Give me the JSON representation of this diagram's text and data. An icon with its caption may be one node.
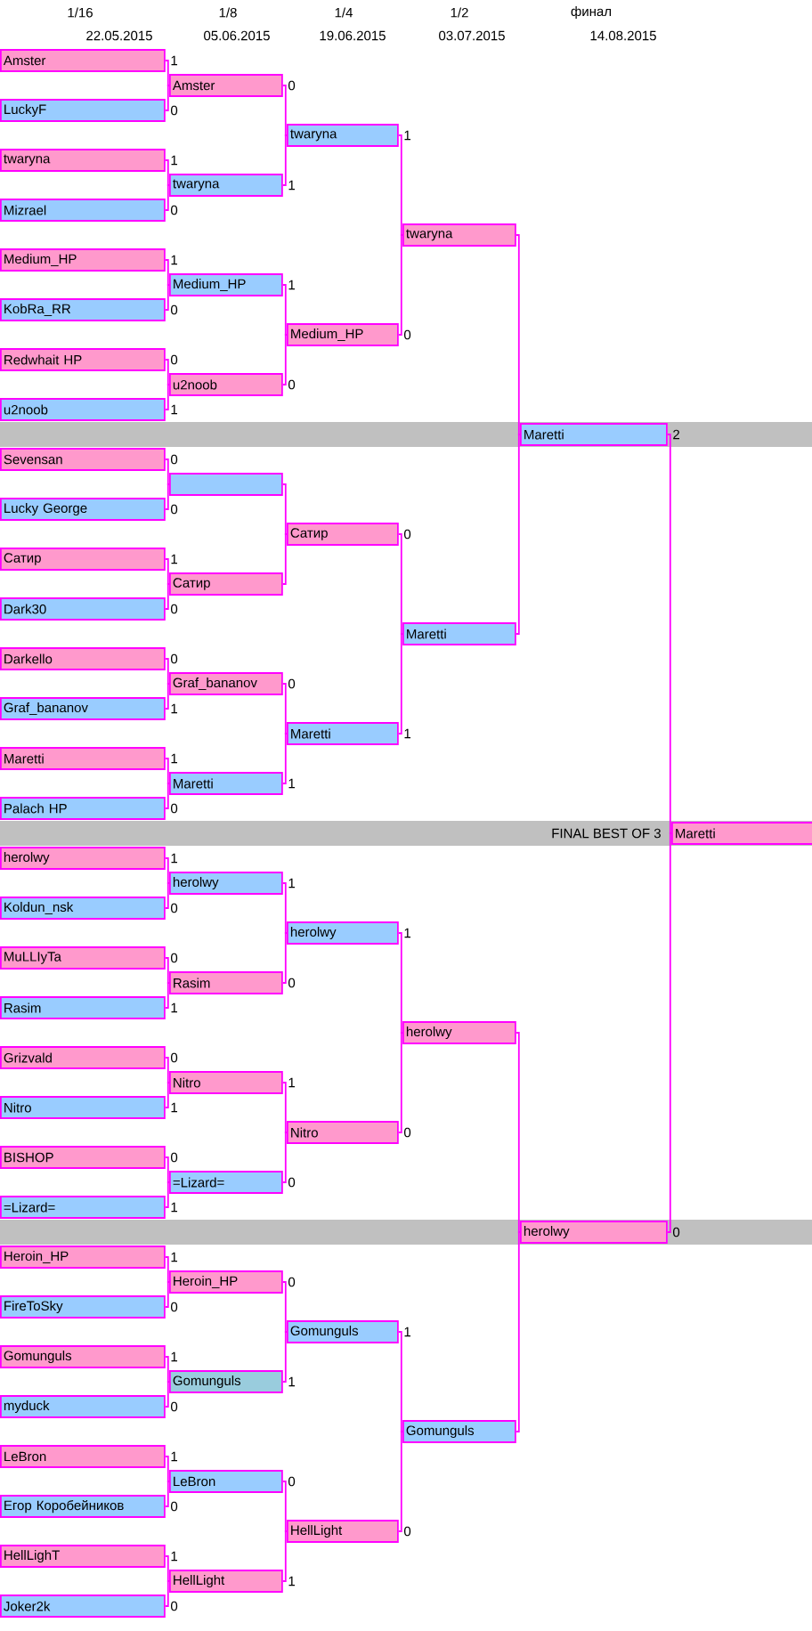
{
  "diagram": {
    "nodes": [
      {
        "text": [
          "Amster"
        ],
        "beside": [
          "1"
        ]
      },
      {
        "text": [
          "LuckyF"
        ],
        "beside": [
          "0"
        ]
      },
      {
        "text": [
          "twaryna"
        ],
        "beside": [
          "1"
        ]
      },
      {
        "text": [
          "Mizrael"
        ],
        "beside": [
          "0"
        ]
      },
      {
        "text": [
          "Medium_HP"
        ],
        "beside": [
          "1"
        ]
      },
      {
        "text": [
          "KobRa_RR"
        ],
        "beside": [
          "0"
        ]
      },
      {
        "text": [
          "Redwhait HP"
        ],
        "beside": [
          "0"
        ]
      },
      {
        "text": [
          "u2noob"
        ],
        "beside": [
          "1"
        ]
      },
      {
        "text": [
          "Sevensan"
        ],
        "beside": [
          "0"
        ]
      },
      {
        "text": [
          "Lucky George"
        ],
        "beside": [
          "0"
        ]
      },
      {
        "text": [
          "Сатир"
        ],
        "beside": [
          "1"
        ]
      },
      {
        "text": [
          "Dark30"
        ],
        "beside": [
          "0"
        ]
      },
      {
        "text": [
          "Darkello"
        ],
        "beside": [
          "0"
        ]
      },
      {
        "text": [
          "Graf_bananov"
        ],
        "beside": [
          "1"
        ]
      },
      {
        "text": [
          "Maretti"
        ],
        "beside": [
          "1"
        ]
      },
      {
        "text": [
          "Palach HP"
        ],
        "beside": [
          "0"
        ]
      },
      {
        "text": [
          "herolwy"
        ],
        "beside": [
          "1"
        ]
      },
      {
        "text": [
          "Koldun_nsk"
        ],
        "beside": [
          "0"
        ]
      },
      {
        "text": [
          "MuLLIyTa"
        ],
        "beside": [
          "0"
        ]
      },
      {
        "text": [
          "Rasim"
        ],
        "beside": [
          "1"
        ]
      },
      {
        "text": [
          "Grizvald"
        ],
        "beside": [
          "0"
        ]
      },
      {
        "text": [
          "Nitro"
        ],
        "beside": [
          "1"
        ]
      },
      {
        "text": [
          "BISHOP"
        ],
        "beside": [
          "0"
        ]
      },
      {
        "text": [
          "=Lizard="
        ],
        "beside": [
          "1"
        ]
      },
      {
        "text": [
          "Heroin_HP"
        ],
        "beside": [
          "1"
        ]
      },
      {
        "text": [
          "FireToSky"
        ],
        "beside": [
          "0"
        ]
      },
      {
        "text": [
          "Gomunguls"
        ],
        "beside": [
          "1"
        ]
      },
      {
        "text": [
          "myduck"
        ],
        "beside": [
          "0"
        ]
      },
      {
        "text": [
          "LeBron"
        ],
        "beside": [
          "1"
        ]
      },
      {
        "text": [
          "Егор Коробейников"
        ],
        "beside": [
          "0"
        ]
      },
      {
        "text": [
          "HellLighT"
        ],
        "beside": [
          "1"
        ]
      },
      {
        "text": [
          "Joker2k"
        ],
        "beside": [
          "0"
        ]
      },
      {
        "text": [
          "Amster"
        ],
        "beside": [
          "0"
        ]
      },
      {
        "text": [
          "twaryna"
        ],
        "beside": [
          "1"
        ]
      },
      {
        "text": [
          "Medium_HP"
        ],
        "beside": [
          "1"
        ]
      },
      {
        "text": [
          "u2noob"
        ],
        "beside": [
          "0"
        ]
      },
      {
        "text": [],
        "shape": "box"
      },
      {
        "text": [
          "Сатир"
        ]
      },
      {
        "text": [
          "Graf_bananov"
        ],
        "beside": [
          "0"
        ]
      },
      {
        "text": [
          "Maretti"
        ],
        "beside": [
          "1"
        ]
      },
      {
        "text": [
          "herolwy"
        ],
        "beside": [
          "1"
        ]
      },
      {
        "text": [
          "Rasim"
        ],
        "beside": [
          "0"
        ]
      },
      {
        "text": [
          "Nitro"
        ],
        "beside": [
          "1"
        ]
      },
      {
        "text": [
          "=Lizard="
        ],
        "beside": [
          "0"
        ]
      },
      {
        "text": [
          "Heroin_HP"
        ],
        "beside": [
          "0"
        ]
      },
      {
        "text": [
          "Gomunguls"
        ],
        "beside": [
          "1"
        ]
      },
      {
        "text": [
          "LeBron"
        ],
        "beside": [
          "0"
        ]
      },
      {
        "text": [
          "HellLight"
        ],
        "beside": [
          "1"
        ]
      },
      {
        "text": [
          "twaryna"
        ],
        "beside": [
          "1"
        ]
      },
      {
        "text": [
          "Medium_HP"
        ],
        "beside": [
          "0"
        ]
      },
      {
        "text": [
          "Сатир"
        ],
        "beside": [
          "0"
        ]
      },
      {
        "text": [
          "Maretti"
        ],
        "beside": [
          "1"
        ]
      },
      {
        "text": [
          "herolwy"
        ],
        "beside": [
          "1"
        ]
      },
      {
        "text": [
          "Nitro"
        ],
        "beside": [
          "0"
        ]
      },
      {
        "text": [
          "Gomunguls"
        ],
        "beside": [
          "1"
        ]
      },
      {
        "text": [
          "HellLight"
        ],
        "beside": [
          "0"
        ]
      },
      {
        "text": [
          "twaryna"
        ]
      },
      {
        "text": [
          "Maretti"
        ]
      },
      {
        "text": [
          "herolwy"
        ]
      },
      {
        "text": [
          "Gomunguls"
        ]
      },
      {
        "text": [
          "Maretti"
        ],
        "beside": [
          "2"
        ]
      },
      {
        "text": [
          "herolwy"
        ],
        "beside": [
          "0"
        ]
      },
      {
        "text": [
          "Maretti"
        ]
      }
    ],
    "edges": [
      {
        "from": 0,
        "to": 32,
        "arrow": "none"
      },
      {
        "from": 1,
        "to": 32,
        "arrow": "none"
      },
      {
        "from": 2,
        "to": 33,
        "arrow": "none"
      },
      {
        "from": 3,
        "to": 33,
        "arrow": "none"
      },
      {
        "from": 4,
        "to": 34,
        "arrow": "none"
      },
      {
        "from": 5,
        "to": 34,
        "arrow": "none"
      },
      {
        "from": 6,
        "to": 35,
        "arrow": "none"
      },
      {
        "from": 7,
        "to": 35,
        "arrow": "none"
      },
      {
        "from": 8,
        "to": 36,
        "arrow": "none"
      },
      {
        "from": 9,
        "to": 36,
        "arrow": "none"
      },
      {
        "from": 10,
        "to": 37,
        "arrow": "none"
      },
      {
        "from": 11,
        "to": 37,
        "arrow": "none"
      },
      {
        "from": 12,
        "to": 38,
        "arrow": "none"
      },
      {
        "from": 13,
        "to": 38,
        "arrow": "none"
      },
      {
        "from": 14,
        "to": 39,
        "arrow": "none"
      },
      {
        "from": 15,
        "to": 39,
        "arrow": "none"
      },
      {
        "from": 16,
        "to": 40,
        "arrow": "none"
      },
      {
        "from": 17,
        "to": 40,
        "arrow": "none"
      },
      {
        "from": 18,
        "to": 41,
        "arrow": "none"
      },
      {
        "from": 19,
        "to": 41,
        "arrow": "none"
      },
      {
        "from": 20,
        "to": 42,
        "arrow": "none"
      },
      {
        "from": 21,
        "to": 42,
        "arrow": "none"
      },
      {
        "from": 22,
        "to": 43,
        "arrow": "none"
      },
      {
        "from": 23,
        "to": 43,
        "arrow": "none"
      },
      {
        "from": 24,
        "to": 44,
        "arrow": "none"
      },
      {
        "from": 25,
        "to": 44,
        "arrow": "none"
      },
      {
        "from": 26,
        "to": 45,
        "arrow": "none"
      },
      {
        "from": 27,
        "to": 45,
        "arrow": "none"
      },
      {
        "from": 28,
        "to": 46,
        "arrow": "none"
      },
      {
        "from": 29,
        "to": 46,
        "arrow": "none"
      },
      {
        "from": 30,
        "to": 47,
        "arrow": "none"
      },
      {
        "from": 31,
        "to": 47,
        "arrow": "none"
      },
      {
        "from": 32,
        "to": 48,
        "arrow": "none"
      },
      {
        "from": 33,
        "to": 48,
        "arrow": "none"
      },
      {
        "from": 34,
        "to": 49,
        "arrow": "none"
      },
      {
        "from": 35,
        "to": 49,
        "arrow": "none"
      },
      {
        "from": 36,
        "to": 50,
        "arrow": "none"
      },
      {
        "from": 37,
        "to": 50,
        "arrow": "none"
      },
      {
        "from": 38,
        "to": 51,
        "arrow": "none"
      },
      {
        "from": 39,
        "to": 51,
        "arrow": "none"
      },
      {
        "from": 40,
        "to": 52,
        "arrow": "none"
      },
      {
        "from": 41,
        "to": 52,
        "arrow": "none"
      },
      {
        "from": 42,
        "to": 53,
        "arrow": "none"
      },
      {
        "from": 43,
        "to": 53,
        "arrow": "none"
      },
      {
        "from": 44,
        "to": 54,
        "arrow": "none"
      },
      {
        "from": 45,
        "to": 54,
        "arrow": "none"
      },
      {
        "from": 46,
        "to": 55,
        "arrow": "none"
      },
      {
        "from": 47,
        "to": 55,
        "arrow": "none"
      },
      {
        "from": 48,
        "to": 56,
        "arrow": "none"
      },
      {
        "from": 49,
        "to": 56,
        "arrow": "none"
      },
      {
        "from": 50,
        "to": 57,
        "arrow": "none"
      },
      {
        "from": 51,
        "to": 57,
        "arrow": "none"
      },
      {
        "from": 52,
        "to": 58,
        "arrow": "none"
      },
      {
        "from": 53,
        "to": 58,
        "arrow": "none"
      },
      {
        "from": 54,
        "to": 59,
        "arrow": "none"
      },
      {
        "from": 55,
        "to": 59,
        "arrow": "none"
      },
      {
        "from": 56,
        "to": 60,
        "arrow": "none"
      },
      {
        "from": 57,
        "to": 60,
        "arrow": "none"
      },
      {
        "from": 58,
        "to": 61,
        "arrow": "none"
      },
      {
        "from": 59,
        "to": 61,
        "arrow": "none"
      },
      {
        "from": 60,
        "to": 62,
        "arrow": "none"
      },
      {
        "from": 61,
        "to": 62,
        "arrow": "none"
      }
    ],
    "labels": [
      "1/16",
      "1/8",
      "1/4",
      "1/2",
      "финал",
      "22.05.2015",
      "05.06.2015",
      "19.06.2015",
      "03.07.2015",
      "14.08.2015",
      "FINAL BEST OF 3"
    ]
  }
}
